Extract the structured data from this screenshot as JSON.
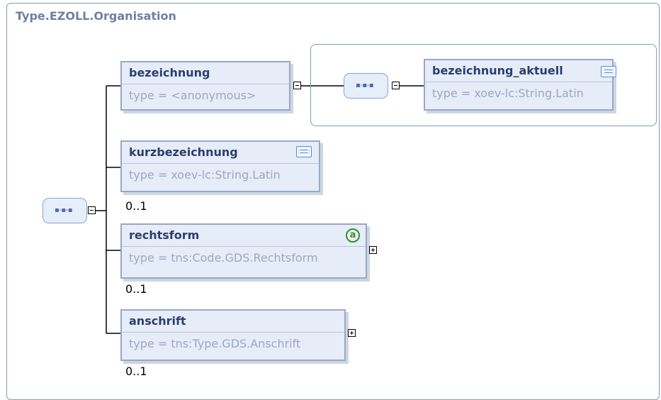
{
  "diagram": {
    "title": "Type.EZOLL.Organisation",
    "elements": [
      {
        "name": "bezeichnung",
        "type": "type = <anonymous>"
      },
      {
        "name": "kurzbezeichnung",
        "type": "type = xoev-lc:String.Latin",
        "occurrence": "0..1"
      },
      {
        "name": "rechtsform",
        "type": "type = tns:Code.GDS.Rechtsform",
        "occurrence": "0..1"
      },
      {
        "name": "anschrift",
        "type": "type = tns:Type.GDS.Anschrift",
        "occurrence": "0..1"
      }
    ],
    "nested_element": {
      "name": "bezeichnung_aktuell",
      "type": "type = xoev-lc:String.Latin"
    },
    "sequence_glyph": "▪-▪-▪",
    "attribute_glyph": "a"
  },
  "colors": {
    "element_fill": "#e6edf8",
    "element_border": "#98a8c4",
    "name_text": "#2c3e6e",
    "type_text": "#9aa8c0",
    "title_text": "#6f7fa1",
    "attribute_icon": "#3a8a3a",
    "documentation_icon": "#5a8fd6"
  },
  "icons": [
    "sequence-compositor-icon",
    "documentation-icon",
    "attribute-icon",
    "collapse-icon",
    "expand-icon"
  ]
}
